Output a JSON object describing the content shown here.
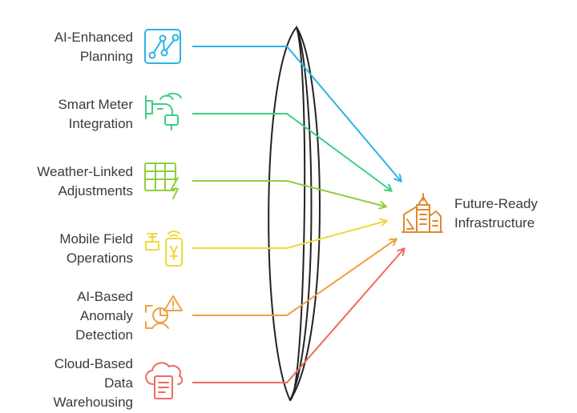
{
  "inputs": [
    {
      "label": "AI-Enhanced\nPlanning",
      "icon": "network-graph-icon",
      "color": "#2bb3e6"
    },
    {
      "label": "Smart Meter\nIntegration",
      "icon": "smart-faucet-icon",
      "color": "#3ccf84"
    },
    {
      "label": "Weather-Linked\nAdjustments",
      "icon": "spreadsheet-lightning-icon",
      "color": "#8fcf3c"
    },
    {
      "label": "Mobile Field\nOperations",
      "icon": "mobile-field-icon",
      "color": "#f0d83a"
    },
    {
      "label": "AI-Based\nAnomaly\nDetection",
      "icon": "anomaly-warning-icon",
      "color": "#f0a040"
    },
    {
      "label": "Cloud-Based\nData\nWarehousing",
      "icon": "cloud-document-icon",
      "color": "#ee6b5e"
    }
  ],
  "target": {
    "label": "Future-Ready\nInfrastructure",
    "icon": "city-buildings-icon",
    "color": "#e08a2c"
  },
  "lens": {
    "color": "#222222"
  }
}
